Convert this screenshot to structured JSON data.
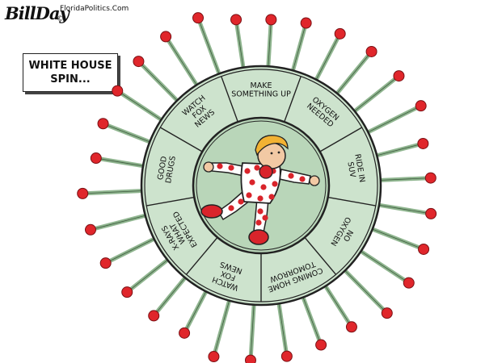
{
  "header": {
    "signature": "BillDay",
    "credit": "FloridaPolitics.Com",
    "copyright": "©"
  },
  "caption": {
    "line1": "WHITE HOUSE",
    "line2": "SPIN..."
  },
  "wheel": {
    "segments": [
      {
        "lines": [
          "MAKE",
          "SOMETHING UP"
        ]
      },
      {
        "lines": [
          "OXYGEN",
          "NEEDED"
        ]
      },
      {
        "lines": [
          "RIDE IN",
          "SUV"
        ]
      },
      {
        "lines": [
          "NO",
          "OXYGEN"
        ]
      },
      {
        "lines": [
          "COMING HOME",
          "TOMORROW"
        ]
      },
      {
        "lines": [
          "WATCH",
          "FOX",
          "NEWS"
        ]
      },
      {
        "lines": [
          "X-RAYS",
          "WHAT",
          "EXPECTED"
        ]
      },
      {
        "lines": [
          "GOOD",
          "DRUGS"
        ]
      },
      {
        "lines": [
          "WATCH",
          "FOX",
          "NEWS"
        ]
      }
    ]
  },
  "colors": {
    "ring": "#cde3cd",
    "inner": "#b9d6b9",
    "spike": "#8fb58f",
    "bulb": "#e0262b",
    "pajama_dot": "#d9242b",
    "hair": "#f2b233",
    "skin": "#f2c9a4"
  },
  "illustration": {
    "subject": "virus-shaped spinning wheel with cartoon figure in polka-dot pajamas at center",
    "icon": "coronavirus-wheel-icon"
  }
}
